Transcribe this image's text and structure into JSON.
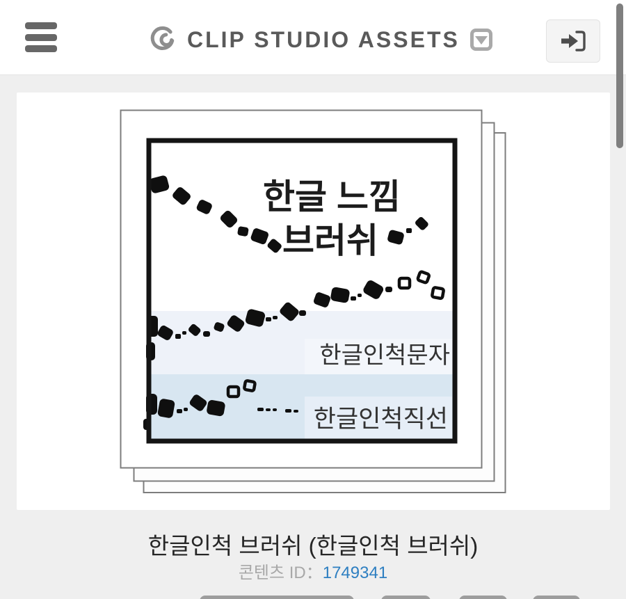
{
  "header": {
    "title": "CLIP STUDIO ASSETS"
  },
  "asset": {
    "title": "한글인척 브러쉬 (한글인척 브러쉬)",
    "content_id_label": "콘텐츠 ID：",
    "content_id": "1749341",
    "preview": {
      "title_line1": "한글 느낌",
      "title_line2": "브러쉬",
      "caption_text_brush": "한글인척문자",
      "caption_line_brush": "한글인척직선"
    }
  },
  "icons": {
    "menu": "hamburger-icon",
    "logo": "clip-studio-logo-icon",
    "dropdown": "triangle-down-icon",
    "login": "login-arrow-icon"
  },
  "colors": {
    "link_blue": "#2e7fc1",
    "header_text": "#5a5a5a",
    "preview_band_light": "#eef2f9",
    "preview_band_blue": "#d8e6f1",
    "scrollbar": "#7f7f7f"
  }
}
